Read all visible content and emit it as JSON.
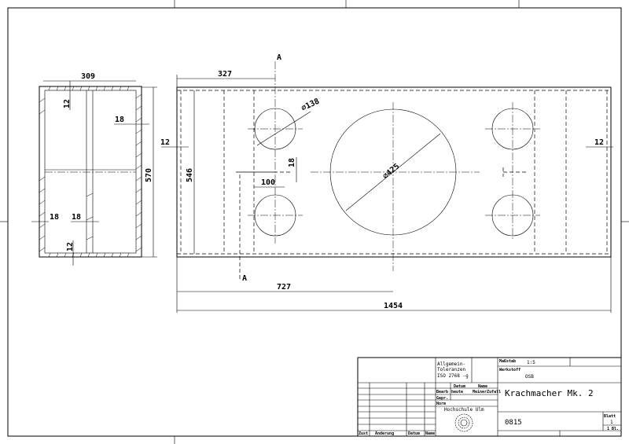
{
  "section_marker": "A",
  "side_view": {
    "width": "309",
    "height": "570",
    "top_wall": "12",
    "bottom_wall": "12",
    "right_wall": "18",
    "left_wall": "18",
    "brace": "18"
  },
  "front_view": {
    "offset": "327",
    "half_width": "727",
    "total_width": "1454",
    "inner_height": "546",
    "left_wall": "12",
    "right_wall": "12",
    "port_width": "100",
    "port_height": "18",
    "small_hole_diameter": "∅138",
    "big_hole_diameter": "∅425"
  },
  "title_block": {
    "tolerance_label_1": "Allgemein-",
    "tolerance_label_2": "Toleranzen",
    "tolerance_standard": "ISO 2768 -g",
    "scale_label": "Maßstab",
    "scale_value": "1:5",
    "material_label": "Werkstoff",
    "material_value": "OSB",
    "col_date": "Datum",
    "col_name": "Name",
    "row_edited": "Bearb",
    "row_checked": "Gepr.",
    "row_norm": "Norm",
    "edited_date": "heute",
    "edited_name": "MeinerZufall",
    "institution": "Hochschule Ulm",
    "drawing_title": "Krachmacher Mk. 2",
    "drawing_number": "0815",
    "sheet_label": "Blatt",
    "sheet_number": "1",
    "sheet_total": "1 Bl.",
    "rev_state": "Zust",
    "rev_change": "Änderung",
    "rev_date": "Datum",
    "rev_name": "Name"
  }
}
